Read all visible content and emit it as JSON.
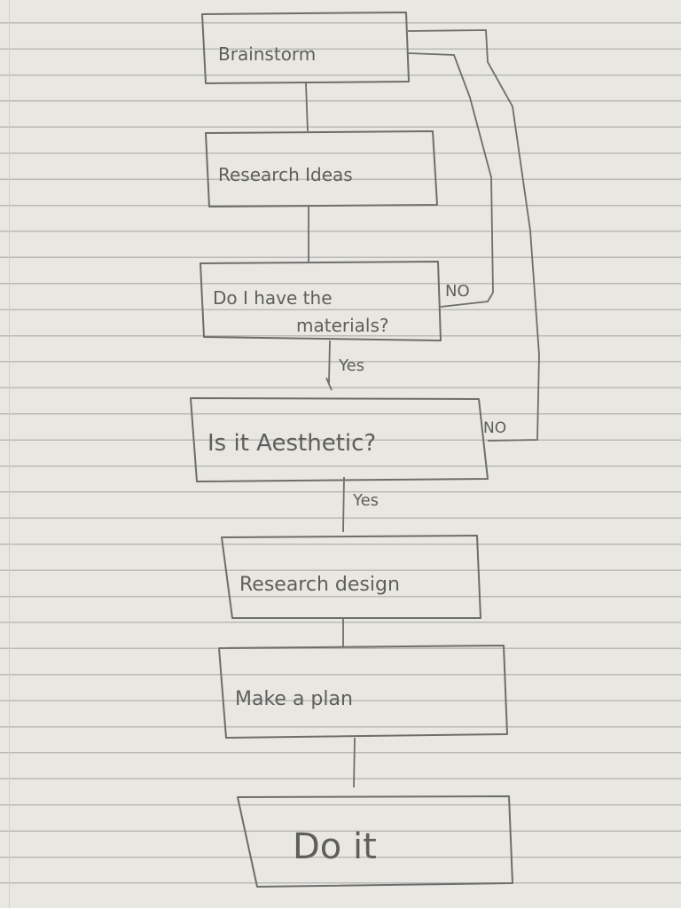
{
  "flowchart": {
    "nodes": [
      {
        "id": "brainstorm",
        "label": "Brainstorm"
      },
      {
        "id": "research-ideas",
        "label": "Research Ideas"
      },
      {
        "id": "materials",
        "label_line1": "Do I have the",
        "label_line2": "materials?"
      },
      {
        "id": "aesthetic",
        "label": "Is it Aesthetic?"
      },
      {
        "id": "research-design",
        "label": "Research design"
      },
      {
        "id": "make-plan",
        "label": "Make a plan"
      },
      {
        "id": "do-it",
        "label": "Do it"
      }
    ],
    "edges": {
      "materials_yes": "Yes",
      "materials_no": "NO",
      "aesthetic_yes": "Yes",
      "aesthetic_no": "NO"
    }
  }
}
